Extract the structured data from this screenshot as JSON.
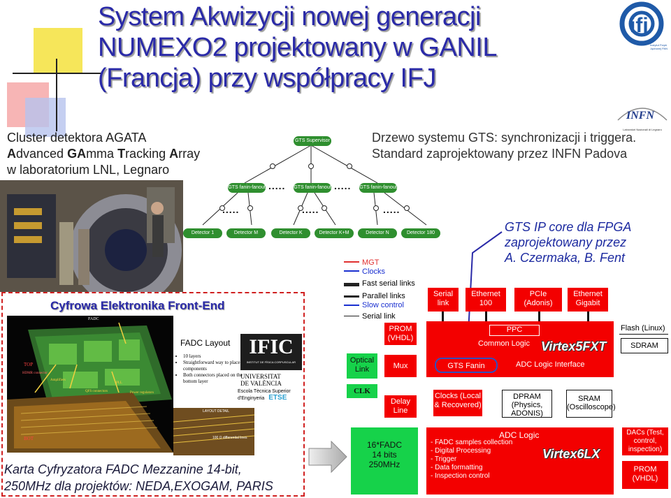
{
  "title": {
    "line1": "System Akwizycji nowej generacji",
    "line2": "NUMEXO2 projektowany w GANIL",
    "line3": "(Francja) przy współpracy IFJ"
  },
  "logos": {
    "ifj": "ifj",
    "infn_main": "INFN",
    "infn_sub": "Laboratori Nazionali di Legnaro",
    "ifj_sub": "Instytut Fizyki Jądrowej PAN"
  },
  "agata": {
    "line1": "Cluster detektora AGATA",
    "line2_parts": [
      "A",
      "dvanced ",
      "GA",
      "mma ",
      "T",
      "racking ",
      "A",
      "rray"
    ],
    "line3": "w laboratorium LNL, Legnaro"
  },
  "gts_text": {
    "line1": "Drzewo systemu GTS: synchronizacji i triggera.",
    "line2": "Standard zaprojektowany przez INFN Padova"
  },
  "gts_ip": {
    "line1": "GTS IP core dla FPGA",
    "line2": "zaprojektowany przez",
    "line3": "A. Czermaka, B. Fent"
  },
  "tree": {
    "supervisor": "GTS Supervisor",
    "fanin": [
      "GTS fanin-fanout",
      "GTS fanin-fanout",
      "GTS fanin-fanout"
    ],
    "detectors": [
      "Detector 1",
      "Detector M",
      "Detector K",
      "Detector K+M",
      "Detector N",
      "Detector 180"
    ]
  },
  "frontend": {
    "heading": "Cyfrowa Elektronika Front-End",
    "fadc_layout": "FADC Layout",
    "bullets": [
      "10 layers",
      "Straightforward way to place components",
      "Both connectors placed on the bottom layer"
    ],
    "board_labels": {
      "fadc": "FADC",
      "top": "TOP",
      "hdmr": "HDMR connector",
      "amplifiers": "Amplifiers",
      "pll": "PLL",
      "qfs": "QFS connectors",
      "power": "Power regulators",
      "bot": "BOT",
      "layout_detail": "LAYOUT DETAIL",
      "diff": "100 Ω differential lines"
    },
    "ific": {
      "name": "IFIC",
      "sub": "INSTITUT DE FÍSICA CORPUSCULAR",
      "uni1": "UNIVERSITAT",
      "uni2": "DE VALÈNCIA",
      "etse1": "Escola Tècnica Superior",
      "etse2": "d'Enginyeria",
      "etse3": "ETSE"
    },
    "karta1": "Karta Cyfryzatora FADC Mezzanine 14-bit,",
    "karta2": "250MHz dla projektów: NEDA,EXOGAM, PARIS"
  },
  "legend": {
    "mgt": "MGT",
    "clocks": "Clocks",
    "fast": "Fast serial links",
    "parallel": "Parallel  links",
    "slow": "Slow control",
    "serial": "Serial link",
    "colors": {
      "mgt": "#e03030",
      "clocks": "#1a30d0",
      "slow": "#1a30d0"
    }
  },
  "blocks": {
    "serial_link": "Serial link",
    "ethernet100": "Ethernet 100",
    "pcie": "PCIe (Adonis)",
    "ethernet_gigabit": "Ethernet Gigabit",
    "prom_vhdl": "PROM (VHDL)",
    "ppc": "PPC",
    "common_logic": "Common Logic",
    "virtex5": "Virtex5FXT",
    "flash": "Flash",
    "flash_linux": "(Linux)",
    "sdram": "SDRAM",
    "optical": "Optical Link",
    "mux": "Mux",
    "gts_fanin": "GTS  Fanin",
    "adc_logic_interface": "ADC Logic Interface",
    "clk": "CLK",
    "delay": "Delay Line",
    "clocks_box": "Clocks (Local & Recovered)",
    "dpram": "DPRAM (Physics, ADONIS)",
    "sram": "SRAM (Oscilloscope)",
    "fadc16": "16*FADC",
    "bits": "14 bits",
    "mhz": "250MHz",
    "adc_logic": "ADC Logic",
    "adc_items": [
      "- FADC samples collection",
      "- Digital Processing",
      "- Trigger",
      "- Data formatting",
      "- Inspection control"
    ],
    "virtex6": "Virtex6LX",
    "dacs": "DACs (Test, control, inspection)",
    "prom2": "PROM (VHDL)"
  }
}
